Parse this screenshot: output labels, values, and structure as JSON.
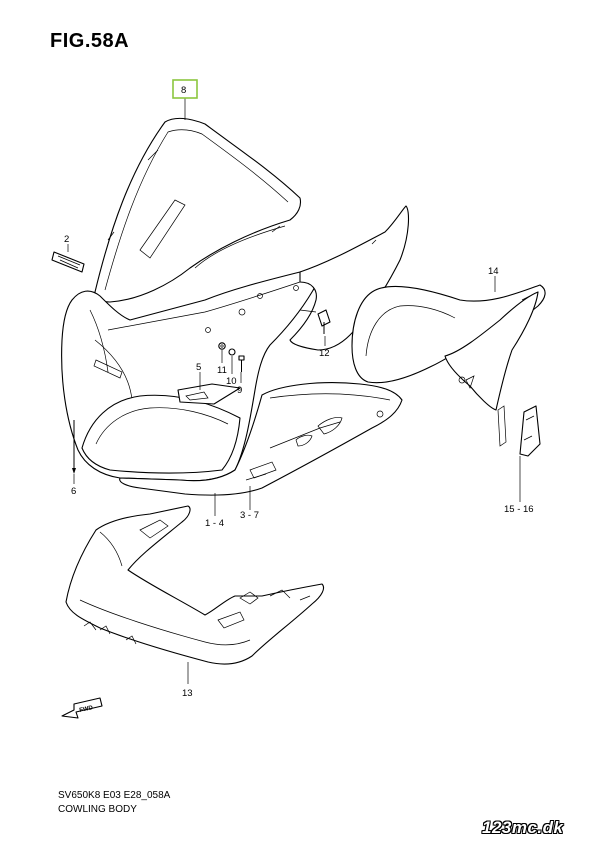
{
  "figure": {
    "title": "FIG.58A",
    "code": "SV650K8 E03 E28_058A",
    "name": "COWLING BODY",
    "watermark": "123mc.dk",
    "highlight_color": "#8cc63f"
  },
  "callouts": {
    "c8": "8",
    "c2": "2",
    "c14": "14",
    "c12": "12",
    "c5": "5",
    "c11": "11",
    "c10": "10",
    "c9": "9",
    "c6": "6",
    "c1_4": "1 - 4",
    "c3_7": "3 - 7",
    "c15_16": "15 - 16",
    "c13": "13"
  },
  "icons": {
    "forward_arrow": "fwd-arrow-icon"
  }
}
